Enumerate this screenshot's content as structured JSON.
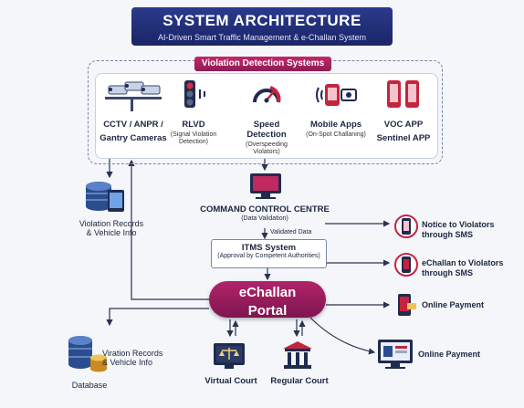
{
  "header": {
    "title": "SYSTEM ARCHITECTURE",
    "subtitle": "AI-Driven Smart Traffic Management & e-Challan System"
  },
  "detection": {
    "badge": "Violation Detection Systems",
    "items": [
      {
        "name": "CCTV / ANPR / Gantry Cameras",
        "line1": "CCTV / ANPR /",
        "line2": "Gantry Cameras",
        "sub": "",
        "icon": "cctv-camera-icon"
      },
      {
        "name": "RLVD",
        "line1": "RLVD",
        "line2": "",
        "sub": "(Signal Violation Detection)",
        "icon": "traffic-light-icon"
      },
      {
        "name": "Speed Detection",
        "line1": "Speed Detection",
        "line2": "",
        "sub": "(Overspeeding Violators)",
        "icon": "speedometer-icon"
      },
      {
        "name": "Mobile Apps",
        "line1": "Mobile Apps",
        "line2": "",
        "sub": "(On-Spot Challaning)",
        "icon": "mobile-camera-icon"
      },
      {
        "name": "VOC APP Sentinel APP",
        "line1": "VOC APP",
        "line2": "Sentinel APP",
        "sub": "",
        "icon": "smartphones-icon"
      }
    ]
  },
  "command_centre": {
    "title": "COMMAND CONTROL CENTRE",
    "sub": "(Data Validation)",
    "arrow_label": "Validated Data"
  },
  "itms": {
    "title": "ITMS System",
    "sub": "(Approval by Competent Authorities)"
  },
  "portal": {
    "line1": "eChallan",
    "line2": "Portal"
  },
  "left": {
    "records_top_1": "Violation Records",
    "records_top_2": "& Vehicle Info",
    "records_bottom_1": "Viration Records",
    "records_bottom_2": "& Vehicle Info",
    "database": "Database"
  },
  "courts": {
    "virtual": "Virtual Court",
    "regular": "Regular Court"
  },
  "outputs": [
    {
      "line1": "Notice to Violators",
      "line2": "through SMS",
      "icon": "sms-notification-icon"
    },
    {
      "line1": "eChallan to Violators",
      "line2": "through SMS",
      "icon": "sms-echallan-icon"
    },
    {
      "line1": "Online Payment",
      "line2": "",
      "icon": "mobile-payment-icon"
    },
    {
      "line1": "Online Payment",
      "line2": "",
      "icon": "web-payment-icon"
    }
  ]
}
